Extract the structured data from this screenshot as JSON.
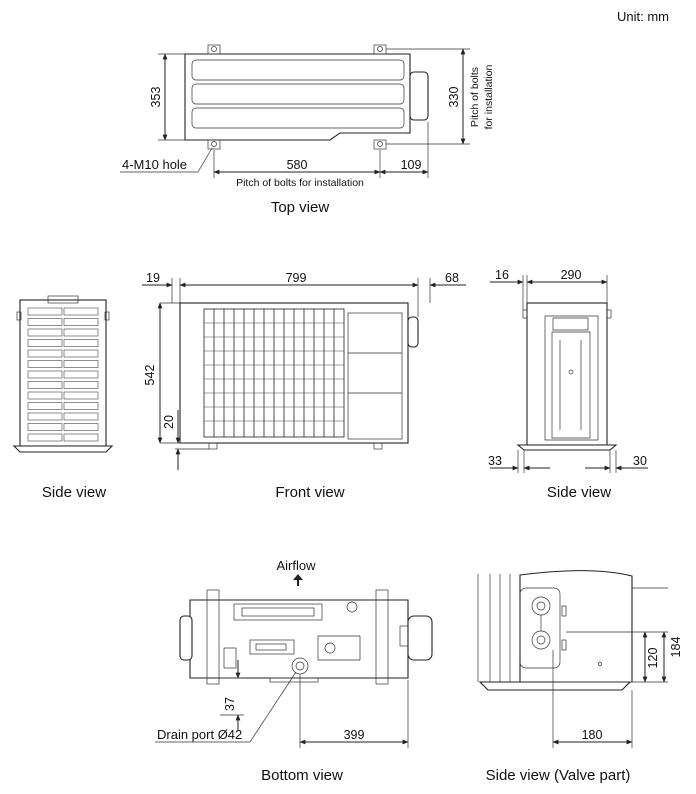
{
  "unit": "Unit: mm",
  "top_view": {
    "caption": "Top view",
    "dim_depth": "353",
    "dim_bolt_pitch": "330",
    "bolt_pitch_label_line1": "Pitch of bolts",
    "bolt_pitch_label_line2": "for installation",
    "dim_bolt_width": "580",
    "dim_side": "109",
    "bolt_width_label": "Pitch of bolts for installation",
    "hole_label": "4-M10 hole"
  },
  "side_view_left": {
    "caption": "Side view"
  },
  "front_view": {
    "caption": "Front view",
    "dim_left": "19",
    "dim_width": "799",
    "dim_right": "68",
    "dim_height": "542",
    "dim_foot": "20"
  },
  "side_view_right": {
    "caption": "Side view",
    "dim_top_left": "16",
    "dim_top": "290",
    "dim_bottom_left": "33",
    "dim_bottom_right": "30"
  },
  "bottom_view": {
    "caption": "Bottom view",
    "airflow": "Airflow",
    "dim_37": "37",
    "drain_label": "Drain port Ø42",
    "dim_399": "399"
  },
  "side_view_valve": {
    "caption": "Side view (Valve part)",
    "dim_184": "184",
    "dim_120": "120",
    "dim_180": "180"
  }
}
